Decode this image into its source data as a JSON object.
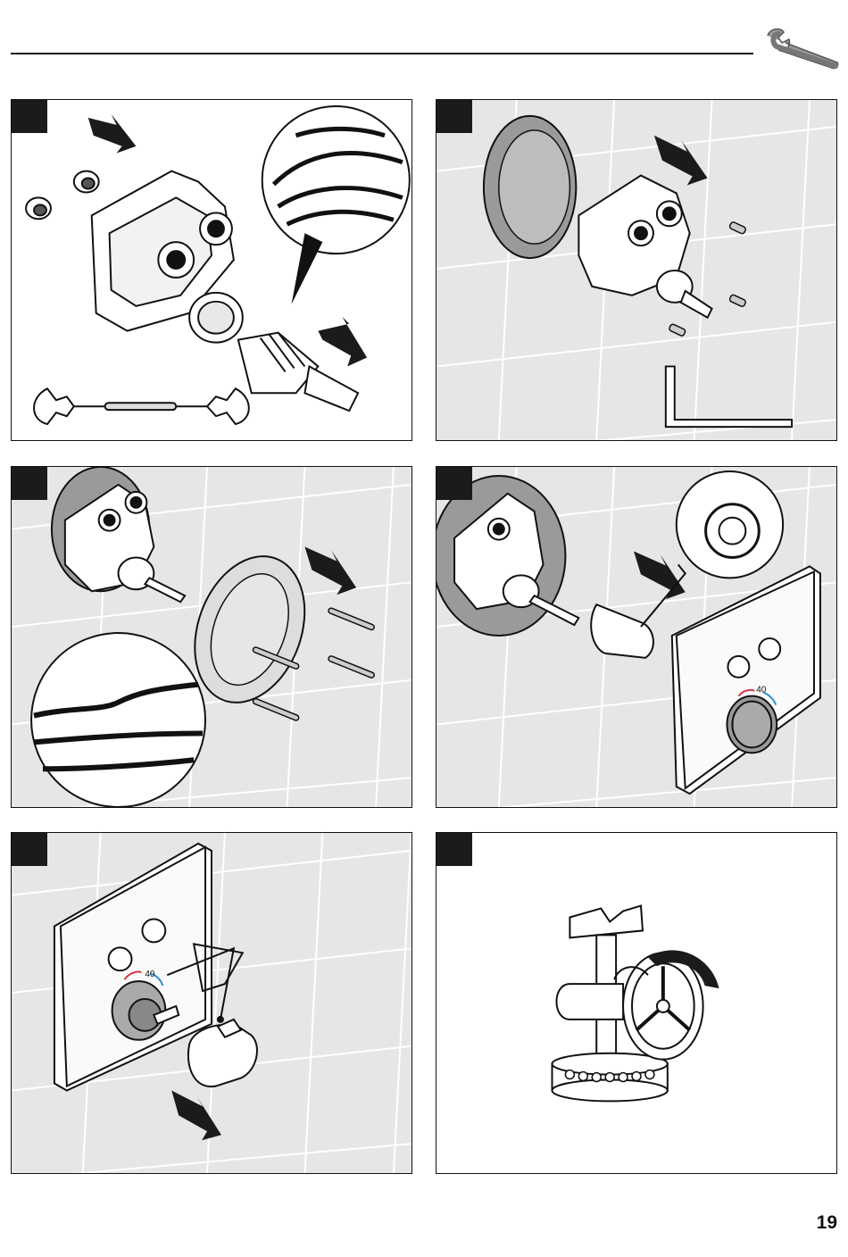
{
  "header": {
    "icon": "wrench-icon"
  },
  "panels": [
    {
      "step_icon": "step-marker",
      "illustration": "cartridge-insertion-with-wrench",
      "background": "white"
    },
    {
      "step_icon": "step-marker",
      "illustration": "valve-body-mounting-screws-allen-key",
      "background": "tiles"
    },
    {
      "step_icon": "step-marker",
      "illustration": "mounting-ring-with-screws-and-seal-detail",
      "background": "tiles"
    },
    {
      "step_icon": "step-marker",
      "illustration": "sleeve-and-trim-plate-installation",
      "background": "tiles"
    },
    {
      "step_icon": "step-marker",
      "illustration": "thermostat-handle-installation",
      "background": "tiles"
    },
    {
      "step_icon": "step-marker",
      "illustration": "thermostatic-element-scald-limit",
      "background": "white"
    }
  ],
  "trim": {
    "temperature_label": "40"
  },
  "footer": {
    "page_number": "19"
  },
  "colors": {
    "line": "#111111",
    "tile": "#e6e6e6",
    "grout": "#ffffff",
    "hot": "#d8343b",
    "cold": "#2a8ed0"
  }
}
